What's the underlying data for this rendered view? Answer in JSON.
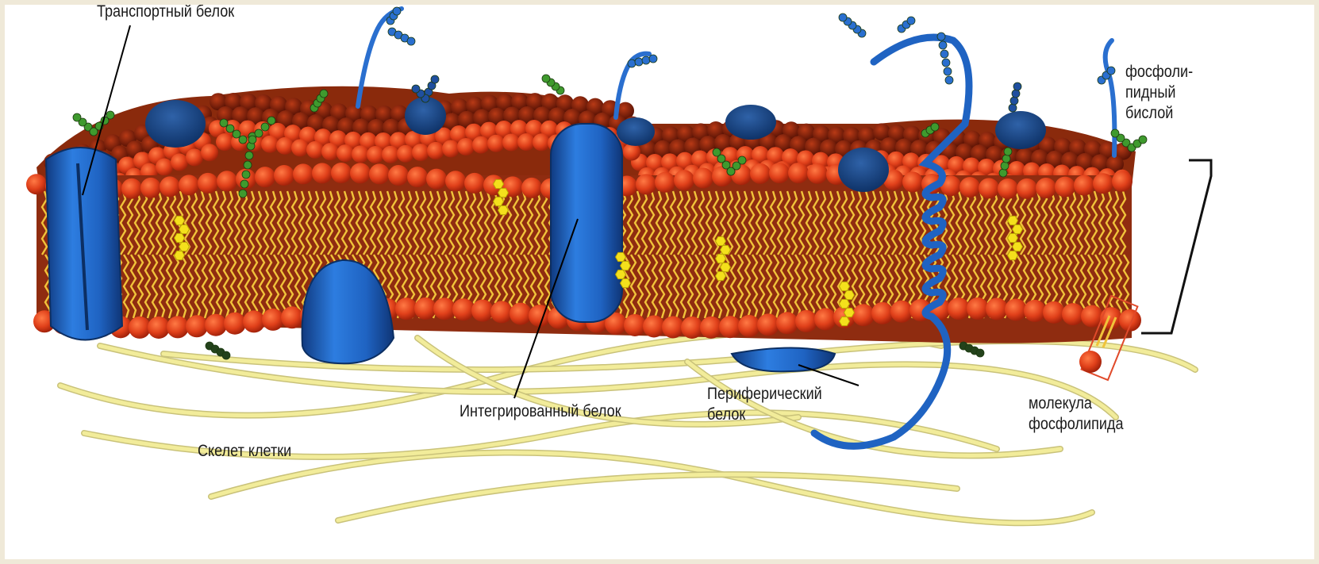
{
  "labels": {
    "transport_protein": "Транспортный белок",
    "phospholipid_bilayer": "фосфоли-\nпидный\nбислой",
    "integral_protein": "Интегрированный белок",
    "peripheral_protein": "Периферический\nбелок",
    "phospholipid_molecule": "молекула\nфосфолипида",
    "cytoskeleton": "Скелет клетки"
  },
  "colors": {
    "background": "#efe9d8",
    "phospholipid_head": "#e0401a",
    "phospholipid_tail": "#e6b830",
    "protein": "#2a6fcf",
    "protein_dark": "#123f86",
    "glycan_green": "#3f9a2e",
    "cholesterol": "#f4e01c",
    "cytoskeleton_fiber": "#f2ec9a"
  }
}
